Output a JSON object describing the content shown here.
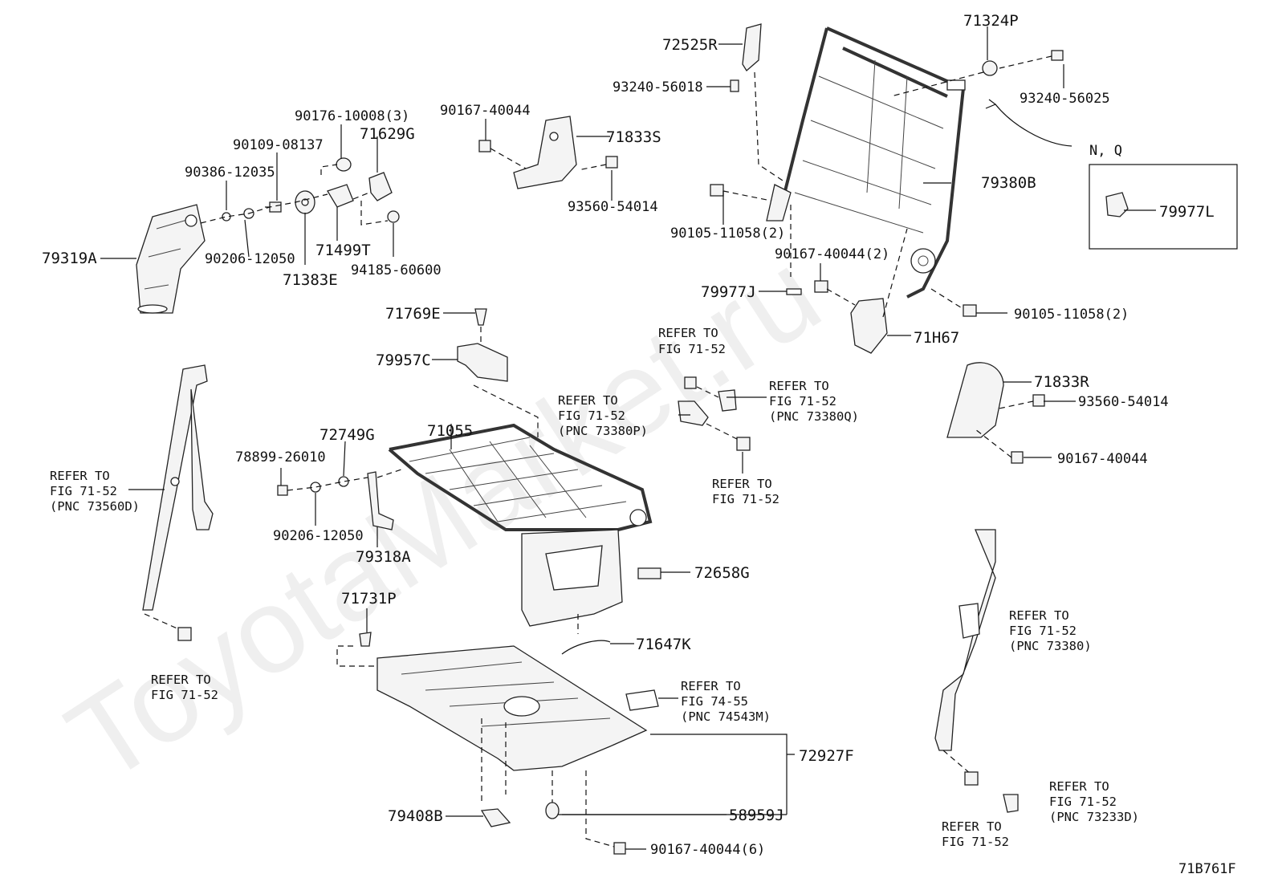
{
  "watermark": "ToyotaMarket.ru",
  "figure_code": "71B761F",
  "callouts": {
    "c72525R": "72525R",
    "c71324P": "71324P",
    "c93240_56018": "93240-56018",
    "c93240_56025": "93240-56025",
    "c90167_40044_top": "90167-40044",
    "c71833S": "71833S",
    "c90176_10008": "90176-10008(3)",
    "c71629G": "71629G",
    "c90109_08137": "90109-08137",
    "c90386_12035": "90386-12035",
    "c93560_54014_top": "93560-54014",
    "c79380B": "79380B",
    "c79319A": "79319A",
    "c90206_12050_top": "90206-12050",
    "c71383E": "71383E",
    "c71499T": "71499T",
    "c94185_60600": "94185-60600",
    "c90105_11058_a": "90105-11058(2)",
    "c90167_40044_2": "90167-40044(2)",
    "c79977J": "79977J",
    "c90105_11058_b": "90105-11058(2)",
    "c71H67": "71H67",
    "c71769E": "71769E",
    "c79957C": "79957C",
    "c71833R": "71833R",
    "c93560_54014_right": "93560-54014",
    "c90167_40044_right": "90167-40044",
    "c71055": "71055",
    "c72749G": "72749G",
    "c78899_26010": "78899-26010",
    "c90206_12050_mid": "90206-12050",
    "c79318A": "79318A",
    "c72658G": "72658G",
    "c71731P": "71731P",
    "c71647K": "71647K",
    "c72927F": "72927F",
    "c79408B": "79408B",
    "c58959J": "58959J",
    "c90167_40044_6": "90167-40044(6)"
  },
  "inset": {
    "variant": "N, Q",
    "part": "79977L"
  },
  "references": {
    "r_top_left": [
      "REFER TO",
      "FIG 71-52"
    ],
    "r_top_right": [
      "REFER TO",
      "FIG 71-52",
      "(PNC 73380Q)"
    ],
    "r_mid_left": [
      "REFER TO",
      "FIG 71-52",
      "(PNC 73380P)"
    ],
    "r_mid_bottom": [
      "REFER TO",
      "FIG 71-52"
    ],
    "r_belt_left": [
      "REFER TO",
      "FIG 71-52",
      "(PNC 73560D)"
    ],
    "r_belt_left_bottom": [
      "REFER TO",
      "FIG 71-52"
    ],
    "r_cover": [
      "REFER TO",
      "FIG 74-55",
      "(PNC 74543M)"
    ],
    "r_belt_right": [
      "REFER TO",
      "FIG 71-52",
      "(PNC 73380)"
    ],
    "r_buckle": [
      "REFER TO",
      "FIG 71-52",
      "(PNC 73233D)"
    ],
    "r_belt_right_bottom": [
      "REFER TO",
      "FIG 71-52"
    ]
  }
}
